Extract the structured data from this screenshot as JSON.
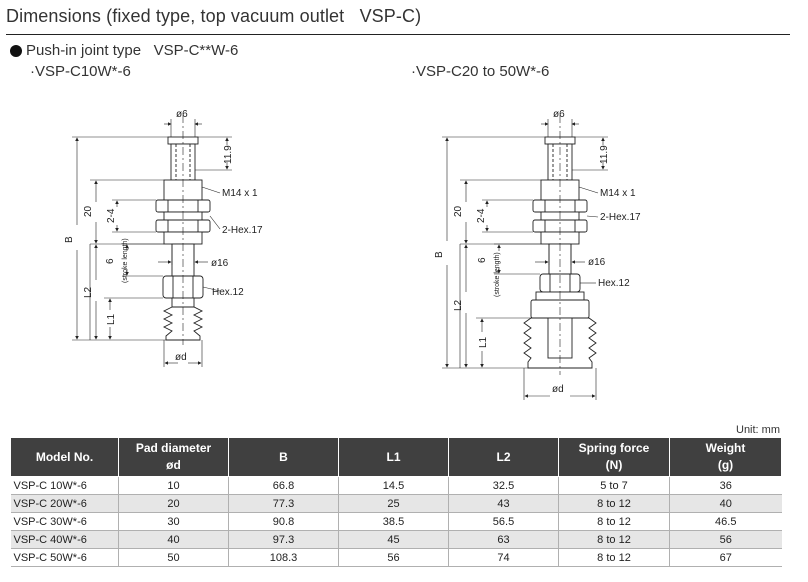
{
  "heading": {
    "title": "Dimensions (fixed type, top vacuum outlet   VSP-C)",
    "section": "Push-in joint type   VSP-C**W-6",
    "left_subtitle": "·VSP-C10W*-6",
    "right_subtitle": "·VSP-C20 to 50W*-6"
  },
  "drawing_small": {
    "phi6": "ø6",
    "dim_11_9": "11.9",
    "m14": "M14 x 1",
    "dim_20": "20",
    "dim_2_4": "2-4",
    "hex17": "2-Hex.17",
    "dim_B": "B",
    "phi16": "ø16",
    "dim_6": "6",
    "stroke": "(stroke length)",
    "dim_L2": "L2",
    "hex12": "Hex.12",
    "dim_L1": "L1",
    "phid": "ød"
  },
  "drawing_large": {
    "phi6": "ø6",
    "dim_11_9": "11.9",
    "m14": "M14 x 1",
    "dim_20": "20",
    "dim_2_4": "2-4",
    "hex17": "2-Hex.17",
    "dim_B": "B",
    "phi16": "ø16",
    "dim_6": "6",
    "stroke": "(stroke length)",
    "dim_L2": "L2",
    "hex12": "Hex.12",
    "dim_L1": "L1",
    "phid": "ød"
  },
  "table": {
    "unit": "Unit: mm",
    "headers": [
      {
        "line1": "Model No.",
        "line2": ""
      },
      {
        "line1": "Pad diameter",
        "line2": "ød"
      },
      {
        "line1": "B",
        "line2": ""
      },
      {
        "line1": "L1",
        "line2": ""
      },
      {
        "line1": "L2",
        "line2": ""
      },
      {
        "line1": "Spring force",
        "line2": "(N)"
      },
      {
        "line1": "Weight",
        "line2": "(g)"
      }
    ],
    "rows": [
      [
        "VSP-C 10W*-6",
        "10",
        "66.8",
        "14.5",
        "32.5",
        "5 to 7",
        "36"
      ],
      [
        "VSP-C 20W*-6",
        "20",
        "77.3",
        "25",
        "43",
        "8 to 12",
        "40"
      ],
      [
        "VSP-C 30W*-6",
        "30",
        "90.8",
        "38.5",
        "56.5",
        "8 to 12",
        "46.5"
      ],
      [
        "VSP-C 40W*-6",
        "40",
        "97.3",
        "45",
        "63",
        "8 to 12",
        "56"
      ],
      [
        "VSP-C 50W*-6",
        "50",
        "108.3",
        "56",
        "74",
        "8 to 12",
        "67"
      ]
    ]
  }
}
